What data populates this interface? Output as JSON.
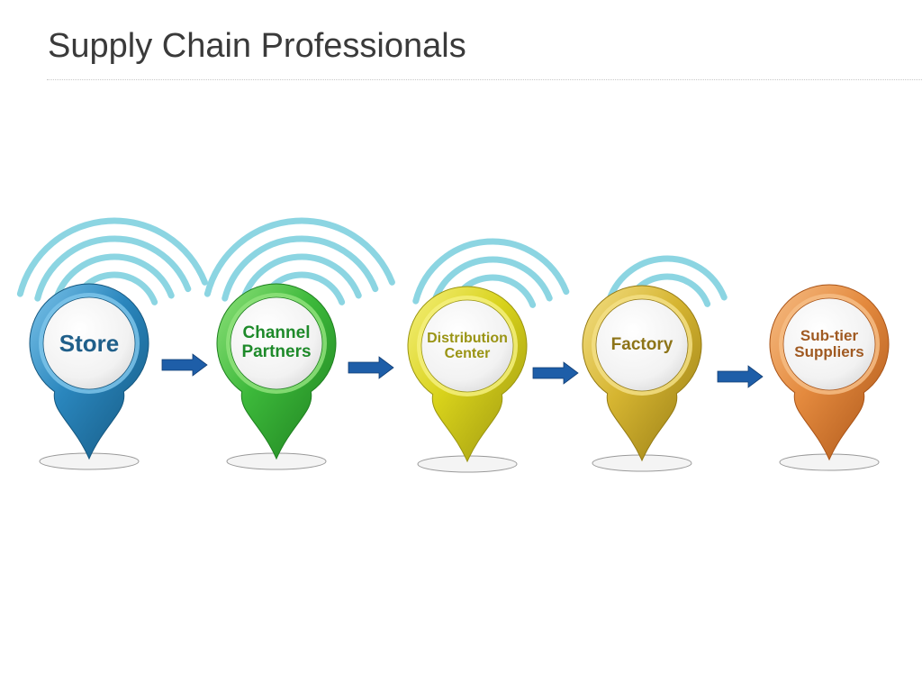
{
  "title": "Supply Chain Professionals",
  "stages": [
    {
      "label_lines": [
        "Store"
      ],
      "color": "#2a86bd",
      "dark": "#15577f",
      "light": "#7cc4ea",
      "text_color": "#1f5f8a",
      "signal_arcs": 4
    },
    {
      "label_lines": [
        "Channel",
        "Partners"
      ],
      "color": "#3cb83a",
      "dark": "#1e7f1f",
      "light": "#8fe27b",
      "text_color": "#1e8a2a",
      "signal_arcs": 4
    },
    {
      "label_lines": [
        "Distribution",
        "Center"
      ],
      "color": "#d8d21b",
      "dark": "#9a9410",
      "light": "#f5f07c",
      "text_color": "#9a9414",
      "signal_arcs": 3
    },
    {
      "label_lines": [
        "Factory"
      ],
      "color": "#d6b531",
      "dark": "#947a14",
      "light": "#f3df85",
      "text_color": "#8d7418",
      "signal_arcs": 2
    },
    {
      "label_lines": [
        "Sub-tier",
        "Suppliers"
      ],
      "color": "#e48a3e",
      "dark": "#a95418",
      "light": "#f6bd85",
      "text_color": "#a05a22",
      "signal_arcs": 0
    }
  ],
  "arrow_color": "#1e5ea8",
  "signal_color": "#7fd0df"
}
